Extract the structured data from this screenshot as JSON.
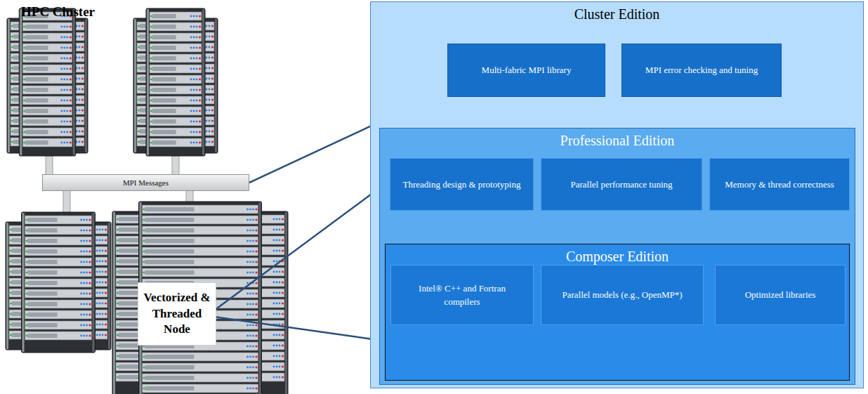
{
  "diagram": {
    "nodes": [
      {
        "text": [
          "MPI Messages"
        ]
      },
      {
        "text": [
          "Vectorized & Threaded Node"
        ]
      },
      {
        "text": [
          "Cluster Edition"
        ]
      },
      {
        "text": [
          "Multi-fabric MPI library"
        ],
        "in": 2
      },
      {
        "text": [
          "MPI error checking and tuning"
        ],
        "in": 2
      },
      {
        "text": [
          "Professional Edition"
        ],
        "in": 2
      },
      {
        "text": [
          "Threading design & prototyping"
        ],
        "in": 5
      },
      {
        "text": [
          "Parallel performance tuning"
        ],
        "in": 5
      },
      {
        "text": [
          "Memory & thread correctness"
        ],
        "in": 5
      },
      {
        "text": [
          "Composer Edition"
        ],
        "in": 5
      },
      {
        "text": [
          "Intel® C++ and Fortran compilers"
        ],
        "in": 9
      },
      {
        "text": [
          "Parallel models (e.g., OpenMP*)"
        ],
        "in": 9
      },
      {
        "text": [
          "Optimized libraries"
        ],
        "in": 9
      }
    ],
    "edges": [
      {
        "from": 0,
        "to": 2,
        "arrow": "none"
      },
      {
        "from": 1,
        "to": 5,
        "arrow": "none"
      },
      {
        "from": 1,
        "to": 9,
        "arrow": "none"
      }
    ],
    "labels": [
      "HPC Cluster"
    ]
  }
}
